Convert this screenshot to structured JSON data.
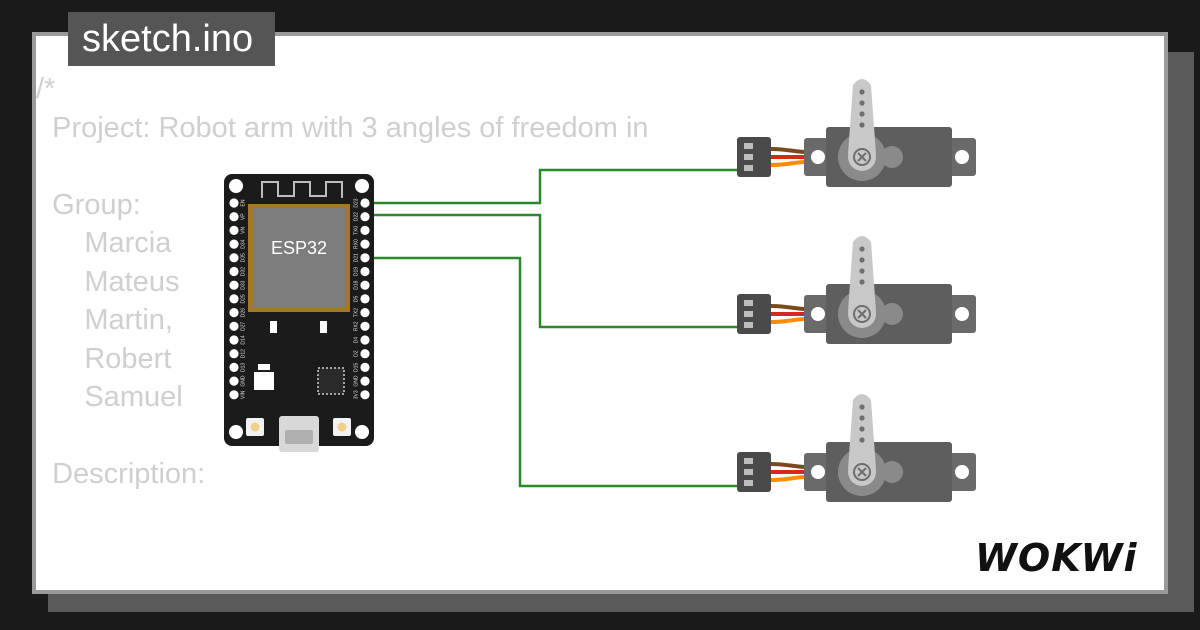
{
  "file": {
    "name": "sketch.ino"
  },
  "code": {
    "lines": [
      "/*",
      "  Project: Robot arm with 3 angles of freedom in",
      "",
      "  Group:",
      "      Marcia",
      "      Mateus",
      "      Martin,",
      "      Robert",
      "      Samuel",
      "",
      "  Description:"
    ]
  },
  "board": {
    "chip_label": "ESP32",
    "left_pins": [
      "EN",
      "VP",
      "VN",
      "D34",
      "D35",
      "D32",
      "D33",
      "D25",
      "D26",
      "D27",
      "D14",
      "D12",
      "D13",
      "GND",
      "VIN"
    ],
    "right_pins": [
      "D23",
      "D22",
      "TX0",
      "RX0",
      "D21",
      "D19",
      "D18",
      "D5",
      "TX2",
      "RX2",
      "D4",
      "D2",
      "D15",
      "GND",
      "3V3"
    ]
  },
  "servos": [
    {
      "id": "servo-1",
      "horn_angle_deg": 0
    },
    {
      "id": "servo-2",
      "horn_angle_deg": 0
    },
    {
      "id": "servo-3",
      "horn_angle_deg": 0
    }
  ],
  "colors": {
    "wire": "#2a8a2a",
    "pcb": "#1b1b1b",
    "servo_body": "#5e5e5e",
    "servo_horn": "#c8c8c8",
    "signal_wire": "#ff8c00",
    "power_wire": "#d32a1a",
    "ground_wire": "#7a4a1a"
  },
  "brand": {
    "logo_text": "WOKWi"
  }
}
